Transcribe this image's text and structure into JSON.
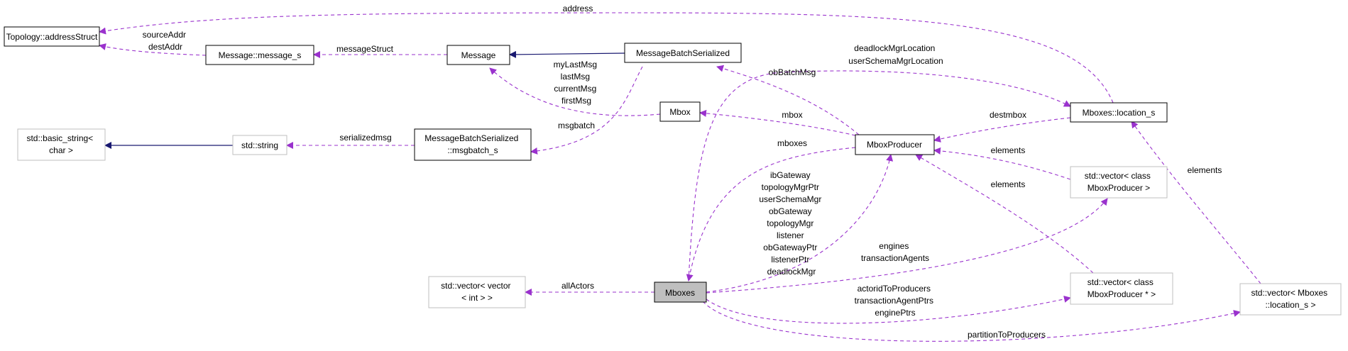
{
  "nodes": {
    "topology_address_struct": [
      "Topology::addressStruct"
    ],
    "message_message_s": [
      "Message::message_s"
    ],
    "message": [
      "Message"
    ],
    "message_batch_serialized": [
      "MessageBatchSerialized"
    ],
    "mboxes_location_s": [
      "Mboxes::location_s"
    ],
    "std_basic_string": [
      "std::basic_string<",
      "char >"
    ],
    "std_string": [
      "std::string"
    ],
    "message_batch_serialized_msgbatch_s": [
      "MessageBatchSerialized",
      "::msgbatch_s"
    ],
    "mbox": [
      "Mbox"
    ],
    "mbox_producer": [
      "MboxProducer"
    ],
    "std_vector_class_mbox_producer": [
      "std::vector< class",
      "MboxProducer >"
    ],
    "std_vector_vector_int": [
      "std::vector< vector",
      "< int > >"
    ],
    "mboxes": [
      "Mboxes"
    ],
    "std_vector_class_mbox_producer_ptr": [
      "std::vector< class",
      "MboxProducer * >"
    ],
    "std_vector_mboxes_location_s": [
      "std::vector< Mboxes",
      "::location_s >"
    ]
  },
  "edge_labels": {
    "address": [
      "address"
    ],
    "source_dest": [
      "sourceAddr",
      "destAddr"
    ],
    "message_struct": [
      "messageStruct"
    ],
    "msg_fields": [
      "myLastMsg",
      "lastMsg",
      "currentMsg",
      "firstMsg"
    ],
    "serializedmsg": [
      "serializedmsg"
    ],
    "msgbatch": [
      "msgbatch"
    ],
    "ob_batch_msg": [
      "obBatchMsg"
    ],
    "location_fields": [
      "deadlockMgrLocation",
      "userSchemaMgrLocation"
    ],
    "mbox": [
      "mbox"
    ],
    "destmbox": [
      "destmbox"
    ],
    "mboxes": [
      "mboxes"
    ],
    "elements_vec_class": [
      "elements"
    ],
    "elements_vec_ptr": [
      "elements"
    ],
    "elements_location": [
      "elements"
    ],
    "gateway_fields": [
      "ibGateway",
      "topologyMgrPtr",
      "userSchemaMgr",
      "obGateway",
      "topologyMgr",
      "listener",
      "obGatewayPtr",
      "listenerPtr",
      "deadlockMgr"
    ],
    "engines": [
      "engines",
      "transactionAgents"
    ],
    "all_actors": [
      "allActors"
    ],
    "producer_ptrs": [
      "actoridToProducers",
      "transactionAgentPtrs",
      "enginePtrs"
    ],
    "partition": [
      "partitionToProducers"
    ]
  },
  "colors": {
    "usage_edge": "#9a32cd",
    "inheritance_edge": "#191970",
    "highlight_node": "#bfbfbf",
    "external_border": "#bfbfbf"
  }
}
